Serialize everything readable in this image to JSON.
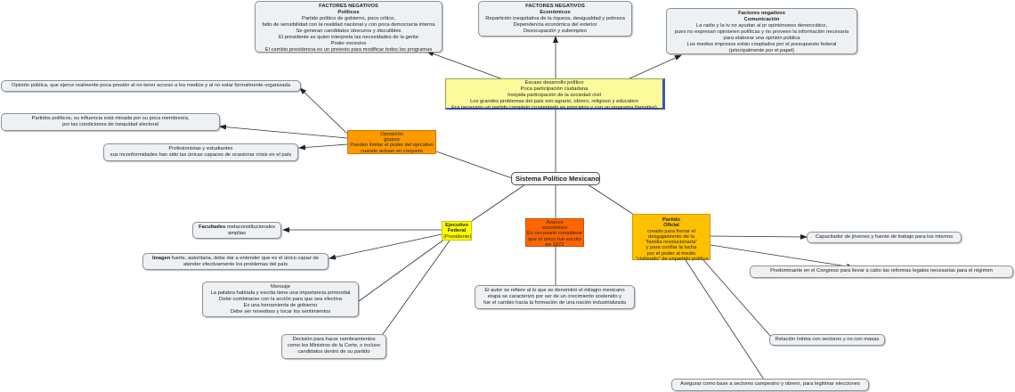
{
  "central": "Sistema Político Mexicano",
  "escaso": [
    "Escaso desarrollo político",
    "Poca participación ciudadana",
    "Insípida participación de la sociedad civil",
    "Los grandes problemas del país son:agrario, obrero, religioso y educativo",
    "Era necesario un partido completo (sustentado en principios y con un programa llamativo)"
  ],
  "politicos": {
    "title1": "FACTORES NEGATIVOS",
    "title2": "Políticos",
    "lines": [
      "Partido político de gobierno, poco crítico,",
      "falto de sensibilidad con la realidad nacional y con poca democracia interna",
      "Se generan candidatos obscuros y discutibles",
      "El presidente es quien interpreta las necesidades de la gente",
      "Poder excesivo",
      "El cambio presidencia es un pretexto para modificar todos los programas"
    ]
  },
  "economicos": {
    "title1": "FACTORES NEGATIVOS",
    "title2": "Económicos",
    "lines": [
      "Repartición inequitativa de la riqueza, desigualdad y pobreza",
      "Dependencia económica del exterior",
      "Desocupación y subempleo"
    ]
  },
  "comunicacion": {
    "title1": "Factores negativos",
    "title2": "Comunicación",
    "lines": [
      "La radio y la tv no ayudan al pr opiniónoeso democrático,",
      "pues no expresan opinionen políticas y no proveen la información necesaria",
      "para elaborar una opinión pública",
      "Los medios impresos están cooptados por el presupuesto federal",
      "(principalmente por el papel)"
    ]
  },
  "opinion": "Opinión pública, que ejerce realmente poca presión al no tener acceso a los medios y al no estar formalmente organizada",
  "partidos": [
    "Partidos políticos, su influencia está minada por su poca membresía,",
    "por las condiciones de inequidad electoral"
  ],
  "profesionistas": [
    "Profesionistas y estudiantes",
    "sus inconformidades han sido las únicas capaces de ocasionar crisis en el país"
  ],
  "oposicion": [
    "Oposición",
    "grupos",
    "Pueden limitar el poder del ejecutivo",
    "cuando actuan en conjunto"
  ],
  "ejecutivo": [
    "Ejecutivo",
    "Federal",
    "(Presidente)"
  ],
  "avance": [
    "Avance",
    "económico",
    "Es necesario considerar",
    "que el único fue  escrito",
    "en 1972"
  ],
  "autor": [
    "El autor se refiere al lo que se denominó el milagro mexicano",
    "etapa se caracterizó por ser de un crecimiento sostenido y",
    "fue el cambio hacia la formación de una nación industrializada"
  ],
  "partido_oficial": {
    "title": [
      "Partido",
      "Oficial"
    ],
    "lines": [
      "creado para frenar el",
      "desgajamiento de la",
      "\"familia revolucionaria\"",
      "y para confiar la lucha",
      "por el poder al medio",
      "\"civilizado\" de unpartido político"
    ]
  },
  "facultades": {
    "bold": "Facultades",
    "rest": " metaconstitucionales",
    "line2": "amplias"
  },
  "imagen": {
    "bold": "Imagen",
    "rest": " fuerte, autoritaria, debe dar a entender que es el único capaz de",
    "line2": "atender efectivamente los problemas del país"
  },
  "mensaje": [
    "Mensaje",
    "La palabra hablada y escrita tiene una importancia primordial",
    "Debe combinarse con la acción para que sea efectiva",
    "Es una herramienta de gobierno",
    "Debe ser novedoso y tocar los sentimientos"
  ],
  "decision": [
    "Decisión para hacer nombramientos",
    "como los Ministros de la Corte, o incluso",
    "candidatos dentro de su partido"
  ],
  "capacitador": "Capacitador de jóvenes y fuente de trabajo para los mismos",
  "predominante": "Predominante en el Congreso para llevar a cabo las reformas legales necesarias para el régimen",
  "relacion": "Relación íntima con sectores y no con masas",
  "asegurar": "Asegurar como base a sectores campesino y obrero, para legitimar elecciones"
}
